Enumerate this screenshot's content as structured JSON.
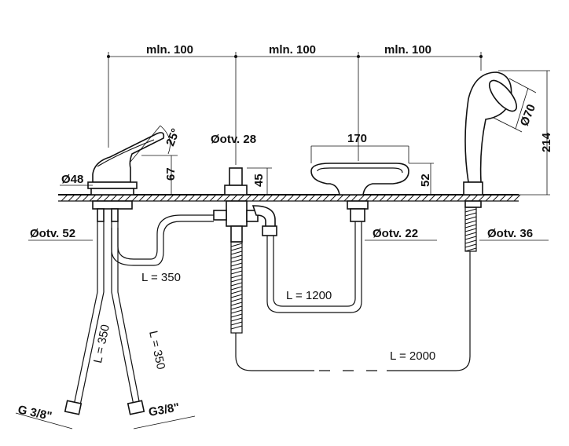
{
  "labels": {
    "min1": "mln. 100",
    "min2": "mln. 100",
    "min3": "mln. 100",
    "d48": "Ø48",
    "a25": "25°",
    "h67": "67",
    "otv28": "Øotv. 28",
    "h45": "45",
    "w170": "170",
    "h52": "52",
    "h214": "214",
    "d70": "Ø70",
    "otv52": "Øotv. 52",
    "otv22": "Øotv. 22",
    "otv36": "Øotv. 36",
    "l350a": "L = 350",
    "l350b": "L = 350",
    "l350c": "L = 350",
    "l1200": "L = 1200",
    "l2000": "L = 2000",
    "g38a": "G 3/8\"",
    "g38b": "G3/8\""
  }
}
